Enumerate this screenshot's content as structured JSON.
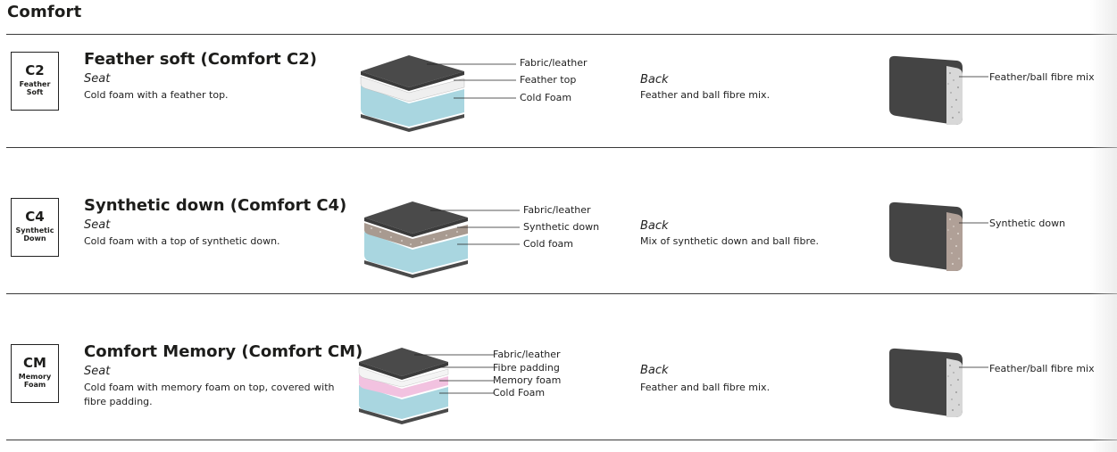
{
  "page": {
    "title": "Comfort"
  },
  "colors": {
    "fabric": "#4a4a4a",
    "cold_foam": "#a9d6e0",
    "feather": "#ececec",
    "synthetic_down": "#a89a90",
    "memory_foam": "#f2c2e0",
    "back_body": "#444444",
    "back_fill_light": "#d6d6d6",
    "back_fill_synthetic": "#b0a097"
  },
  "sections": [
    {
      "code": "C2",
      "badge_sub": [
        "Feather",
        "Soft"
      ],
      "title": "Feather soft (Comfort C2)",
      "seat_label": "Seat",
      "seat_desc": "Cold foam with a feather top.",
      "layers": [
        "Fabric/leather",
        "Feather top",
        "Cold Foam"
      ],
      "back_label": "Back",
      "back_desc": "Feather and ball fibre mix.",
      "back_callout": "Feather/ball fibre mix",
      "back_icon": "back-cushion-feather-icon"
    },
    {
      "code": "C4",
      "badge_sub": [
        "Synthetic",
        "Down"
      ],
      "title": "Synthetic down (Comfort C4)",
      "seat_label": "Seat",
      "seat_desc": "Cold foam with a top of synthetic down.",
      "layers": [
        "Fabric/leather",
        "Synthetic down",
        "Cold foam"
      ],
      "back_label": "Back",
      "back_desc": "Mix of synthetic down and ball fibre.",
      "back_callout": "Synthetic down",
      "back_icon": "back-cushion-synthetic-icon"
    },
    {
      "code": "CM",
      "badge_sub": [
        "Memory",
        "Foam"
      ],
      "title": "Comfort Memory (Comfort CM)",
      "seat_label": "Seat",
      "seat_desc": [
        "Cold foam with memory foam on top, covered with",
        "fibre padding."
      ],
      "layers": [
        "Fabric/leather",
        "Fibre padding",
        "Memory foam",
        "Cold Foam"
      ],
      "back_label": "Back",
      "back_desc": "Feather and ball fibre mix.",
      "back_callout": "Feather/ball fibre mix",
      "back_icon": "back-cushion-feather-icon"
    }
  ]
}
